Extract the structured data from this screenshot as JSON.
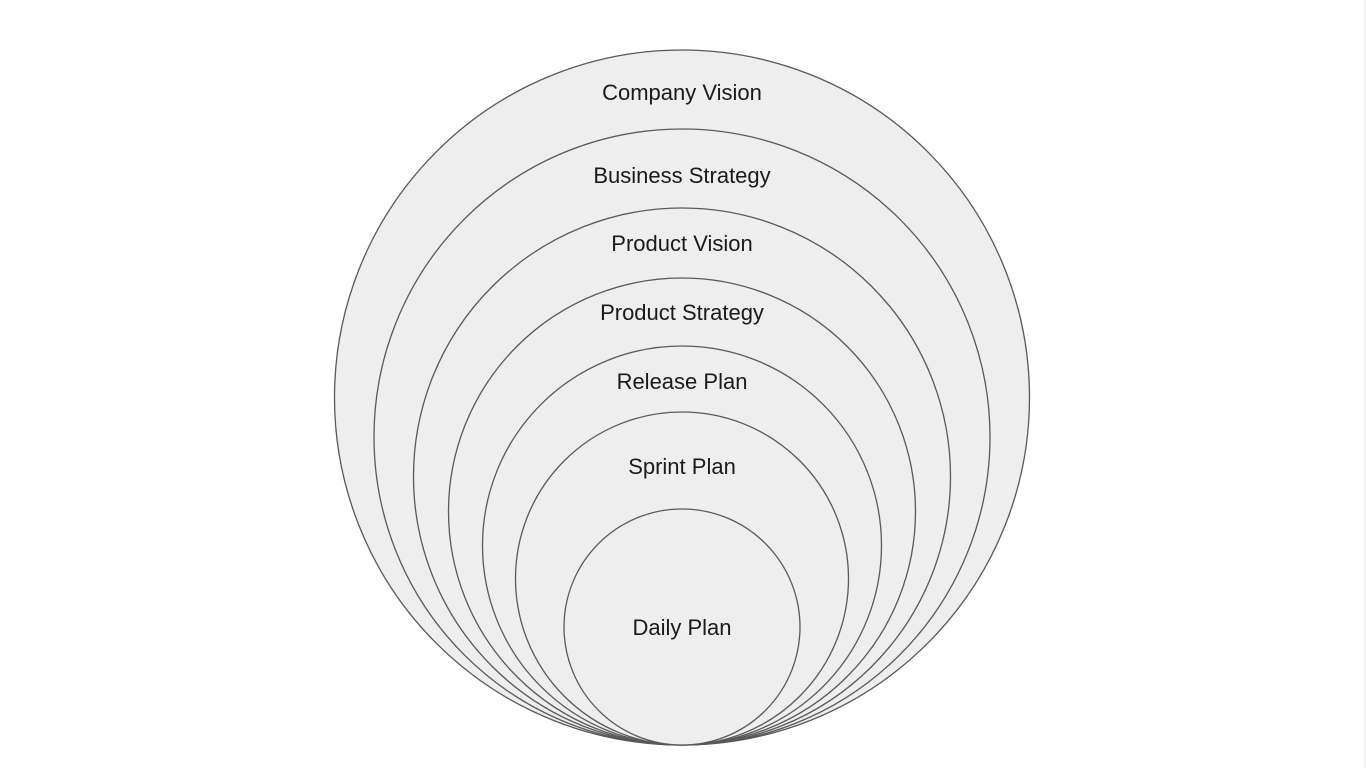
{
  "diagram": {
    "type": "nested-circles",
    "fill_color": "#eeeeee",
    "stroke_color": "#595959",
    "text_color": "#1a1a1a",
    "layers": [
      {
        "id": "company-vision",
        "label": "Company Vision"
      },
      {
        "id": "business-strategy",
        "label": "Business Strategy"
      },
      {
        "id": "product-vision",
        "label": "Product Vision"
      },
      {
        "id": "product-strategy",
        "label": "Product Strategy"
      },
      {
        "id": "release-plan",
        "label": "Release Plan"
      },
      {
        "id": "sprint-plan",
        "label": "Sprint Plan"
      },
      {
        "id": "daily-plan",
        "label": "Daily Plan"
      }
    ]
  }
}
